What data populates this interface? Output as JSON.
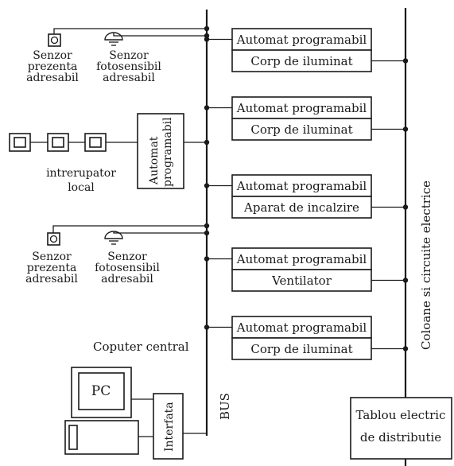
{
  "labels": {
    "sensor_presence_1": [
      "Senzor",
      "prezenta",
      "adresabil"
    ],
    "sensor_photo_1": [
      "Senzor",
      "fotosensibil",
      "adresabil"
    ],
    "local_switch": [
      "intrerupator",
      "local"
    ],
    "automat_left": [
      "Automat",
      "programabil"
    ],
    "sensor_presence_2": [
      "Senzor",
      "prezenta",
      "adresabil"
    ],
    "sensor_photo_2": [
      "Senzor",
      "fotosensibil",
      "adresabil"
    ],
    "central_computer": "Coputer central",
    "pc": "PC",
    "interface": "Interfata",
    "bus": "BUS",
    "risers": "Coloane si circuite electrice",
    "panel": [
      "Tablou electric",
      "de distributie"
    ]
  },
  "modules": [
    {
      "automat": "Automat programabil",
      "device": "Corp de iluminat"
    },
    {
      "automat": "Automat programabil",
      "device": "Corp de iluminat"
    },
    {
      "automat": "Automat programabil",
      "device": "Aparat de incalzire"
    },
    {
      "automat": "Automat programabil",
      "device": "Ventilator"
    },
    {
      "automat": "Automat programabil",
      "device": "Corp de iluminat"
    }
  ]
}
